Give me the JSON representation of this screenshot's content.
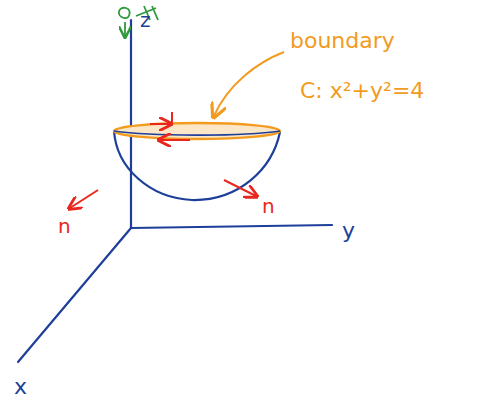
{
  "diagram": {
    "labels": [
      "z",
      "boundary",
      "C: x²+y²=4",
      "n",
      "n",
      "y",
      "x"
    ]
  }
}
